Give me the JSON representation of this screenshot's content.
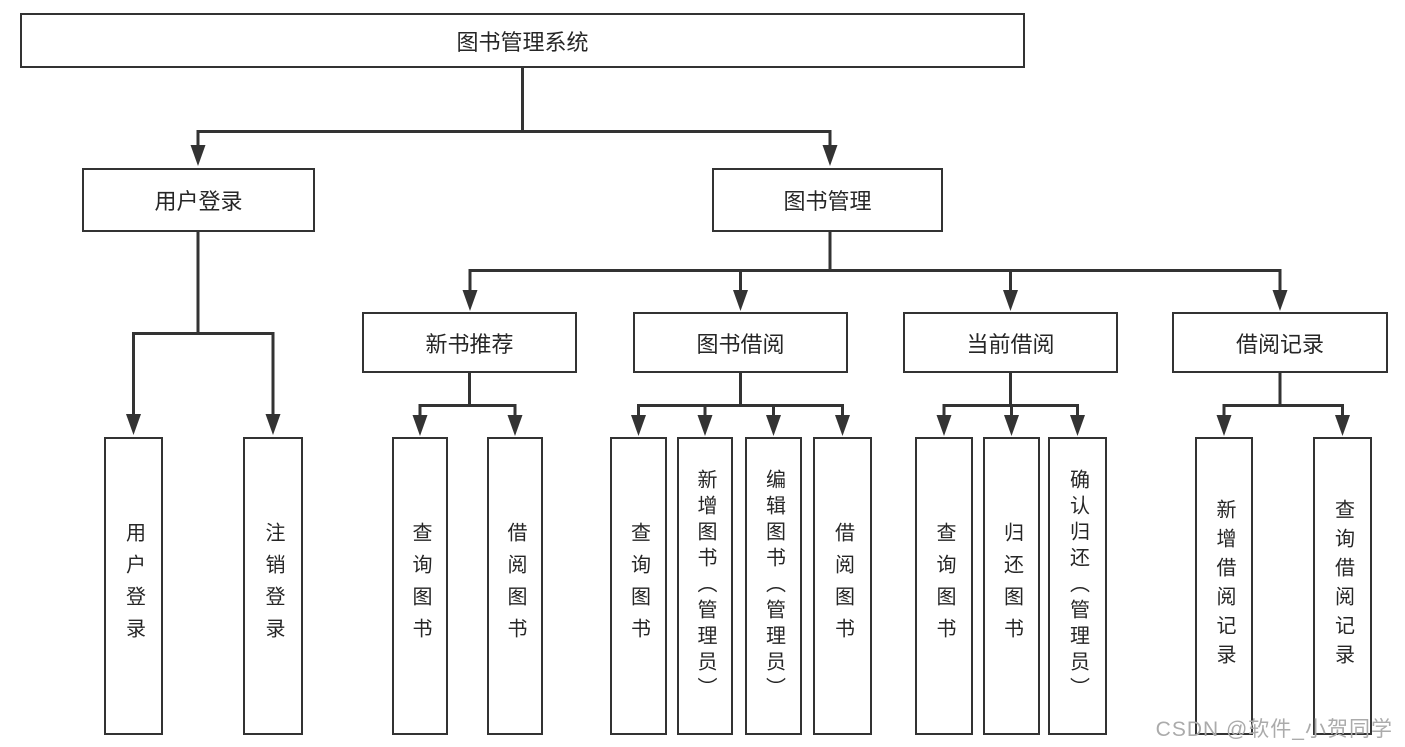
{
  "diagram_title": "图书管理系统",
  "tree": {
    "root": {
      "label": "图书管理系统",
      "children": [
        {
          "label": "用户登录",
          "children": [
            {
              "label": "用户登录"
            },
            {
              "label": "注销登录"
            }
          ]
        },
        {
          "label": "图书管理",
          "children": [
            {
              "label": "新书推荐",
              "children": [
                {
                  "label": "查询图书"
                },
                {
                  "label": "借阅图书"
                }
              ]
            },
            {
              "label": "图书借阅",
              "children": [
                {
                  "label": "查询图书"
                },
                {
                  "label": "新增图书（管理员）"
                },
                {
                  "label": "编辑图书（管理员）"
                },
                {
                  "label": "借阅图书"
                }
              ]
            },
            {
              "label": "当前借阅",
              "children": [
                {
                  "label": "查询图书"
                },
                {
                  "label": "归还图书"
                },
                {
                  "label": "确认归还（管理员）"
                }
              ]
            },
            {
              "label": "借阅记录",
              "children": [
                {
                  "label": "新增借阅记录"
                },
                {
                  "label": "查询借阅记录"
                }
              ]
            }
          ]
        }
      ]
    }
  },
  "watermark": {
    "text": "CSDN @软件_小贺同学"
  },
  "colors": {
    "line": "#333333",
    "box_border": "#333333",
    "text": "#262626",
    "background": "#ffffff",
    "watermark": "#ababab"
  }
}
